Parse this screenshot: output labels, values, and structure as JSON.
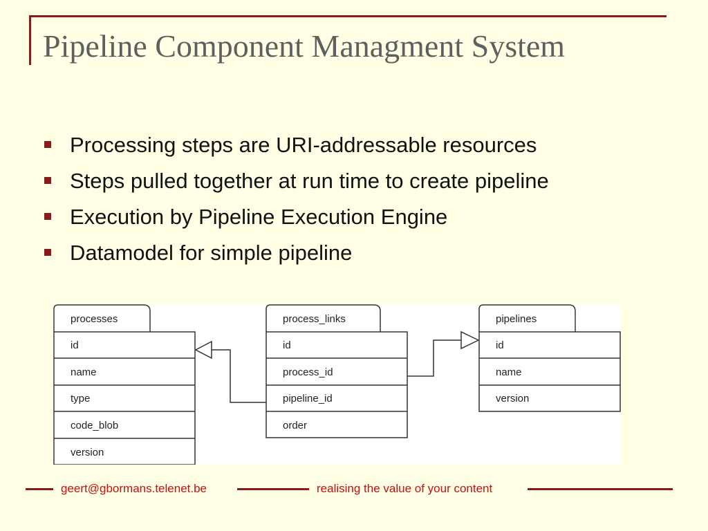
{
  "slide": {
    "title": "Pipeline Component Managment System",
    "bullets": [
      "Processing steps are URI-addressable resources",
      "Steps pulled together at run time to create pipeline",
      "Execution by Pipeline Execution Engine",
      "Datamodel for simple pipeline"
    ]
  },
  "diagram": {
    "tables": [
      {
        "name": "processes",
        "fields": [
          "id",
          "name",
          "type",
          "code_blob",
          "version"
        ]
      },
      {
        "name": "process_links",
        "fields": [
          "id",
          "process_id",
          "pipeline_id",
          "order"
        ]
      },
      {
        "name": "pipelines",
        "fields": [
          "id",
          "name",
          "version"
        ]
      }
    ],
    "relations": [
      {
        "from": "process_links.pipeline_id",
        "to": "processes"
      },
      {
        "from": "process_links.process_id",
        "to": "pipelines"
      }
    ]
  },
  "footer": {
    "email": "geert@gbormans.telenet.be",
    "tagline": "realising the value of your content"
  },
  "colors": {
    "background": "#FFFFE5",
    "accent": "#8B1A1A",
    "footer_text": "#C01010",
    "title": "#5F5F5F"
  }
}
